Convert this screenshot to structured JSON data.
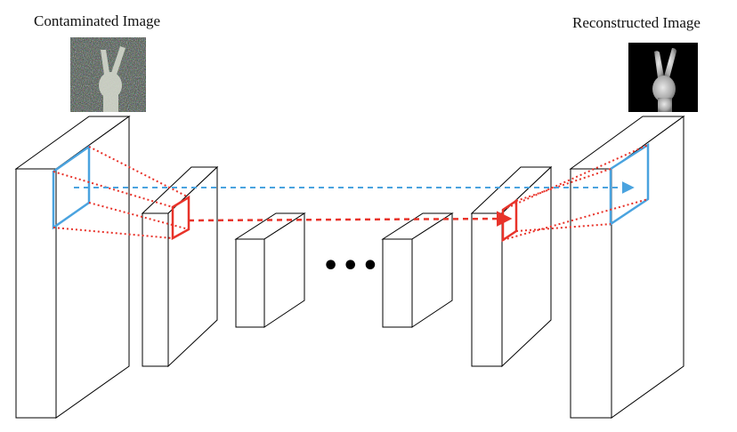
{
  "captions": {
    "input": "Contaminated Image",
    "output": "Reconstructed Image"
  },
  "ellipsis": "•••",
  "colors": {
    "outline": "#000000",
    "skip_connection_blue": "#4aa3df",
    "skip_connection_red": "#e8332a",
    "noise_background": "#3d4a3a",
    "clean_background": "#000000"
  },
  "icons": {
    "input_thumbnail": "noisy-peace-sign-hand-image",
    "output_thumbnail": "clean-peace-sign-hand-image"
  }
}
